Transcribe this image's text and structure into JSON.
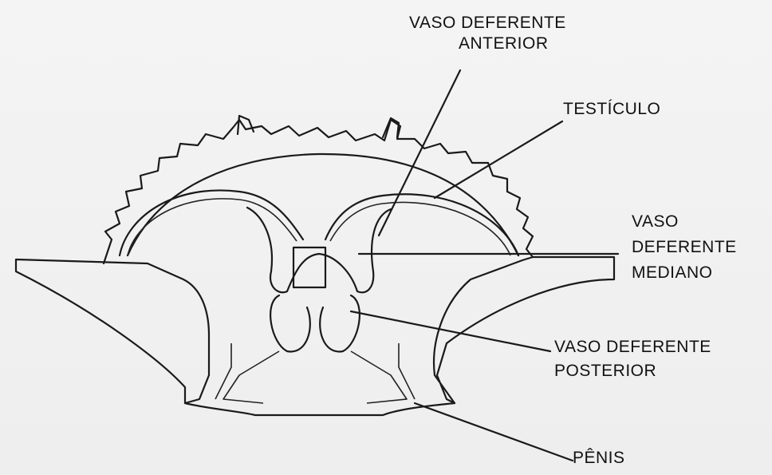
{
  "labels": {
    "vaso_anterior": [
      "VASO DEFERENTE",
      "ANTERIOR"
    ],
    "testiculo": "TESTÍCULO",
    "vaso_mediano": [
      "VASO",
      "DEFERENTE",
      "MEDIANO"
    ],
    "vaso_posterior": [
      "VASO DEFERENTE",
      "POSTERIOR"
    ],
    "penis": "PÊNIS"
  },
  "colors": {
    "ink": "#1a1a1a",
    "paper": "#f3f3f3",
    "bleed_through_text": "#d2d2d2"
  }
}
